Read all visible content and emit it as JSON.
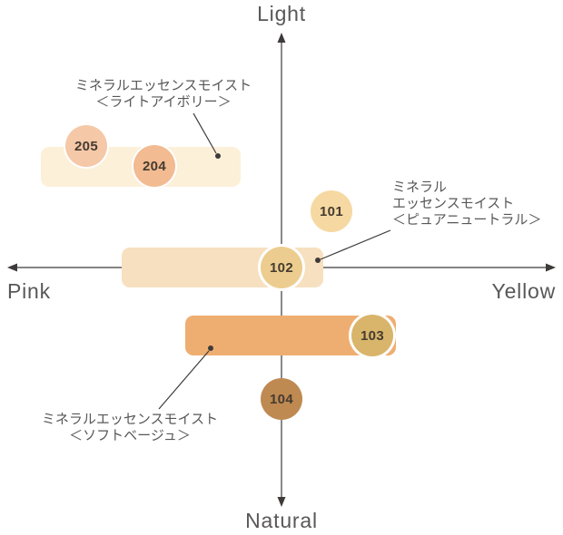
{
  "axes": {
    "top": "Light",
    "bottom": "Natural",
    "left": "Pink",
    "right": "Yellow"
  },
  "annotations": {
    "light_ivory": {
      "lines": [
        "ミネラルエッセンスモイスト",
        "＜ライトアイボリー＞"
      ]
    },
    "pure_neutral": {
      "lines": [
        "ミネラル",
        "エッセンスモイスト",
        "＜ピュアニュートラル＞"
      ]
    },
    "soft_beige": {
      "lines": [
        "ミネラルエッセンスモイスト",
        "＜ソフトベージュ＞"
      ]
    }
  },
  "bands": {
    "light_ivory": {
      "color": "#fcf0d9"
    },
    "pure_neutral": {
      "color": "#f6e0bf"
    },
    "soft_beige": {
      "color": "#efae71"
    }
  },
  "shades": [
    {
      "label": "205",
      "color": "#f5c8a8",
      "group": "light_ivory"
    },
    {
      "label": "204",
      "color": "#f2bb91",
      "group": "light_ivory"
    },
    {
      "label": "101",
      "color": "#f6d8a2",
      "group": "pure_neutral"
    },
    {
      "label": "102",
      "color": "#eccd8f",
      "group": "pure_neutral"
    },
    {
      "label": "103",
      "color": "#d8b56b",
      "group": "soft_beige"
    },
    {
      "label": "104",
      "color": "#bf8a52",
      "group": "soft_beige"
    }
  ],
  "colors": {
    "axis_line": "#3e3a39",
    "text_gray": "#595757",
    "number_text": "#453b30"
  },
  "chart_data": {
    "type": "scatter",
    "title": "",
    "x_axis": {
      "negative_label": "Pink",
      "positive_label": "Yellow",
      "range": [
        -1,
        1
      ],
      "ticks": "none"
    },
    "y_axis": {
      "negative_label": "Natural",
      "positive_label": "Light",
      "range": [
        -1,
        1
      ],
      "ticks": "none"
    },
    "grid": false,
    "legend_position": "none",
    "points": [
      {
        "label": "205",
        "x": -0.72,
        "y": 0.52,
        "color": "#f5c8a8",
        "series": "ミネラルエッセンスモイスト＜ライトアイボリー＞"
      },
      {
        "label": "204",
        "x": -0.47,
        "y": 0.43,
        "color": "#f2bb91",
        "series": "ミネラルエッセンスモイスト＜ライトアイボリー＞"
      },
      {
        "label": "101",
        "x": 0.18,
        "y": 0.24,
        "color": "#f6d8a2",
        "series": "ミネラル エッセンスモイスト＜ピュアニュートラル＞"
      },
      {
        "label": "102",
        "x": 0.0,
        "y": 0.0,
        "color": "#eccd8f",
        "series": "ミネラル エッセンスモイスト＜ピュアニュートラル＞"
      },
      {
        "label": "103",
        "x": 0.33,
        "y": -0.29,
        "color": "#d8b56b",
        "series": "ミネラルエッセンスモイスト＜ソフトベージュ＞"
      },
      {
        "label": "104",
        "x": 0.0,
        "y": -0.56,
        "color": "#bf8a52",
        "series": "ミネラルエッセンスモイスト＜ソフトベージュ＞"
      }
    ],
    "bands": [
      {
        "series": "ミネラルエッセンスモイスト＜ライトアイボリー＞",
        "color": "#fcf0d9",
        "x_range": [
          -0.88,
          -0.15
        ],
        "y_center": 0.43
      },
      {
        "series": "ミネラル エッセンスモイスト＜ピュアニュートラル＞",
        "color": "#f6e0bf",
        "x_range": [
          -0.59,
          0.15
        ],
        "y_center": 0.0
      },
      {
        "series": "ミネラルエッセンスモイスト＜ソフトベージュ＞",
        "color": "#efae71",
        "x_range": [
          -0.35,
          0.42
        ],
        "y_center": -0.29
      }
    ]
  }
}
